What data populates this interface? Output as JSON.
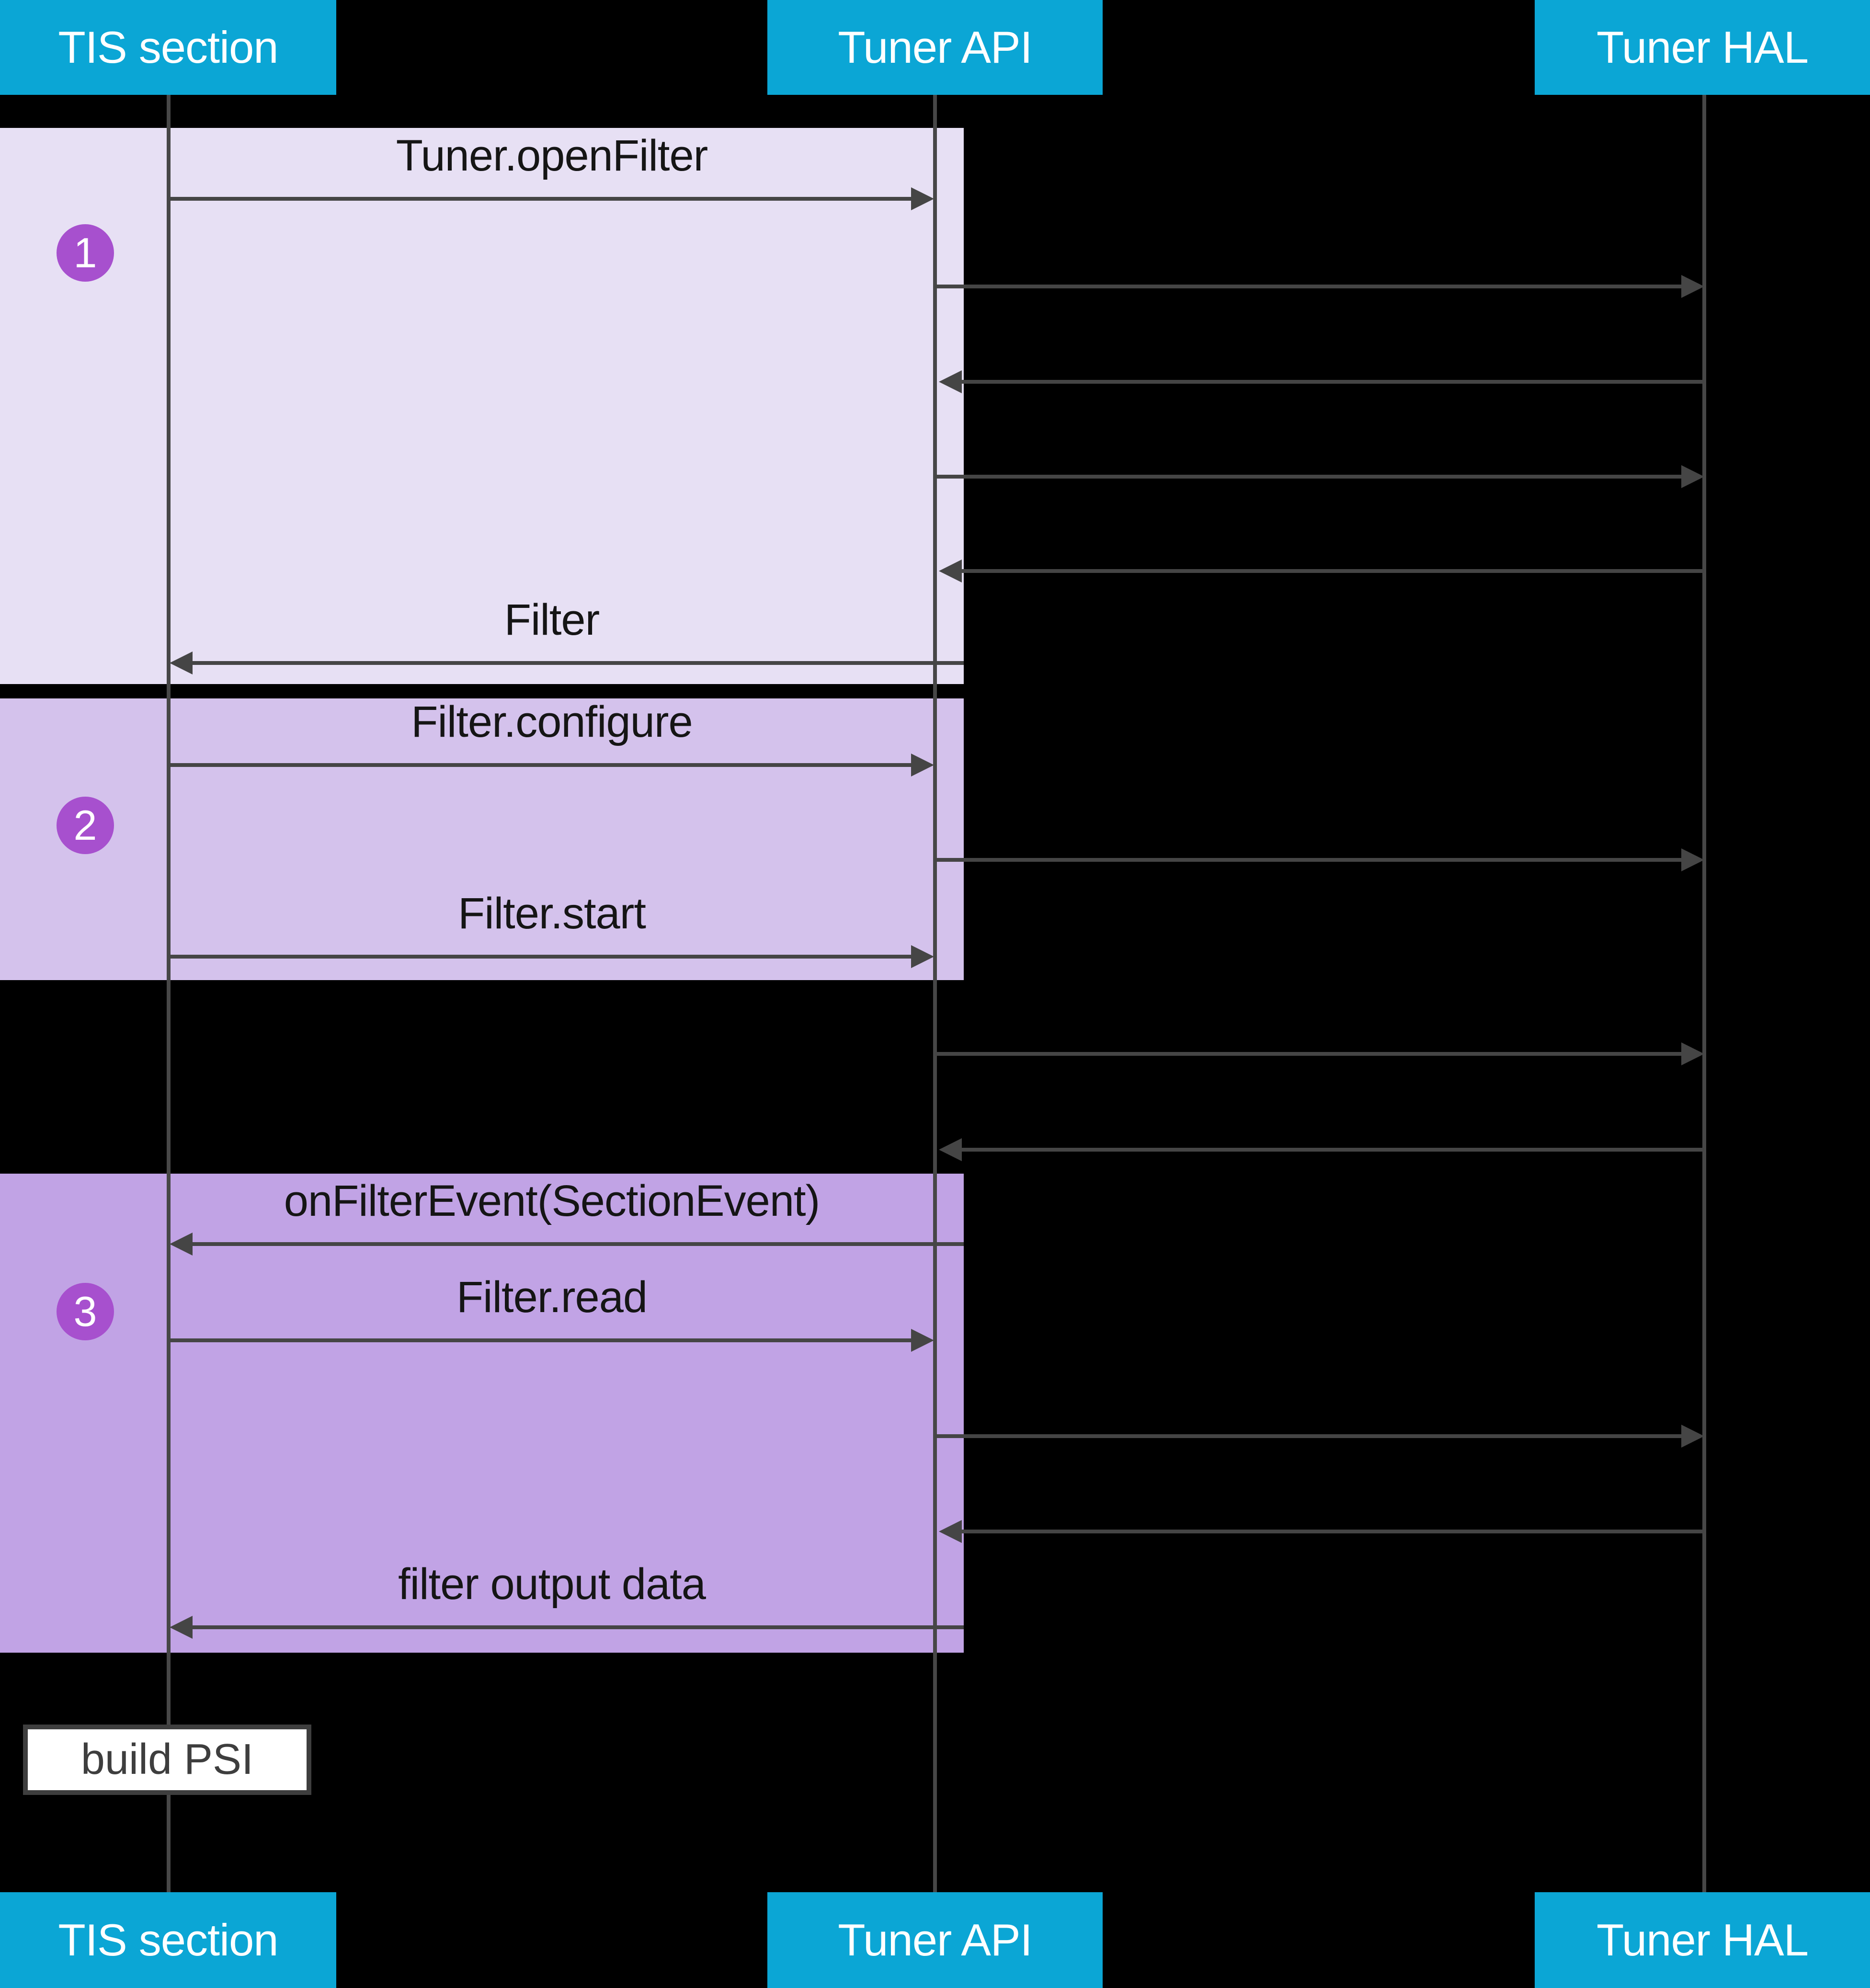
{
  "participants": [
    {
      "label": "TIS section"
    },
    {
      "label": "Tuner API"
    },
    {
      "label": "Tuner HAL"
    }
  ],
  "steps": [
    {
      "number": "1"
    },
    {
      "number": "2"
    },
    {
      "number": "3"
    }
  ],
  "messages": {
    "open_filter": "Tuner.openFilter",
    "filter_return": "Filter",
    "filter_configure": "Filter.configure",
    "filter_start": "Filter.start",
    "on_filter_event": "onFilterEvent(SectionEvent)",
    "filter_read": "Filter.read",
    "filter_output": "filter output data"
  },
  "note": {
    "label": "build PSI"
  },
  "colors": {
    "background": "#000000",
    "participant_header": "#0ba6d5",
    "participant_text": "#ffffff",
    "section_step1": "#e7e0f4",
    "section_step2": "#d4c2ec",
    "section_step3": "#c1a3e5",
    "badge": "#a750ce",
    "arrow": "#454545",
    "lifeline": "#474747",
    "note_border": "#3e3e3e",
    "note_background": "#ffffff"
  }
}
